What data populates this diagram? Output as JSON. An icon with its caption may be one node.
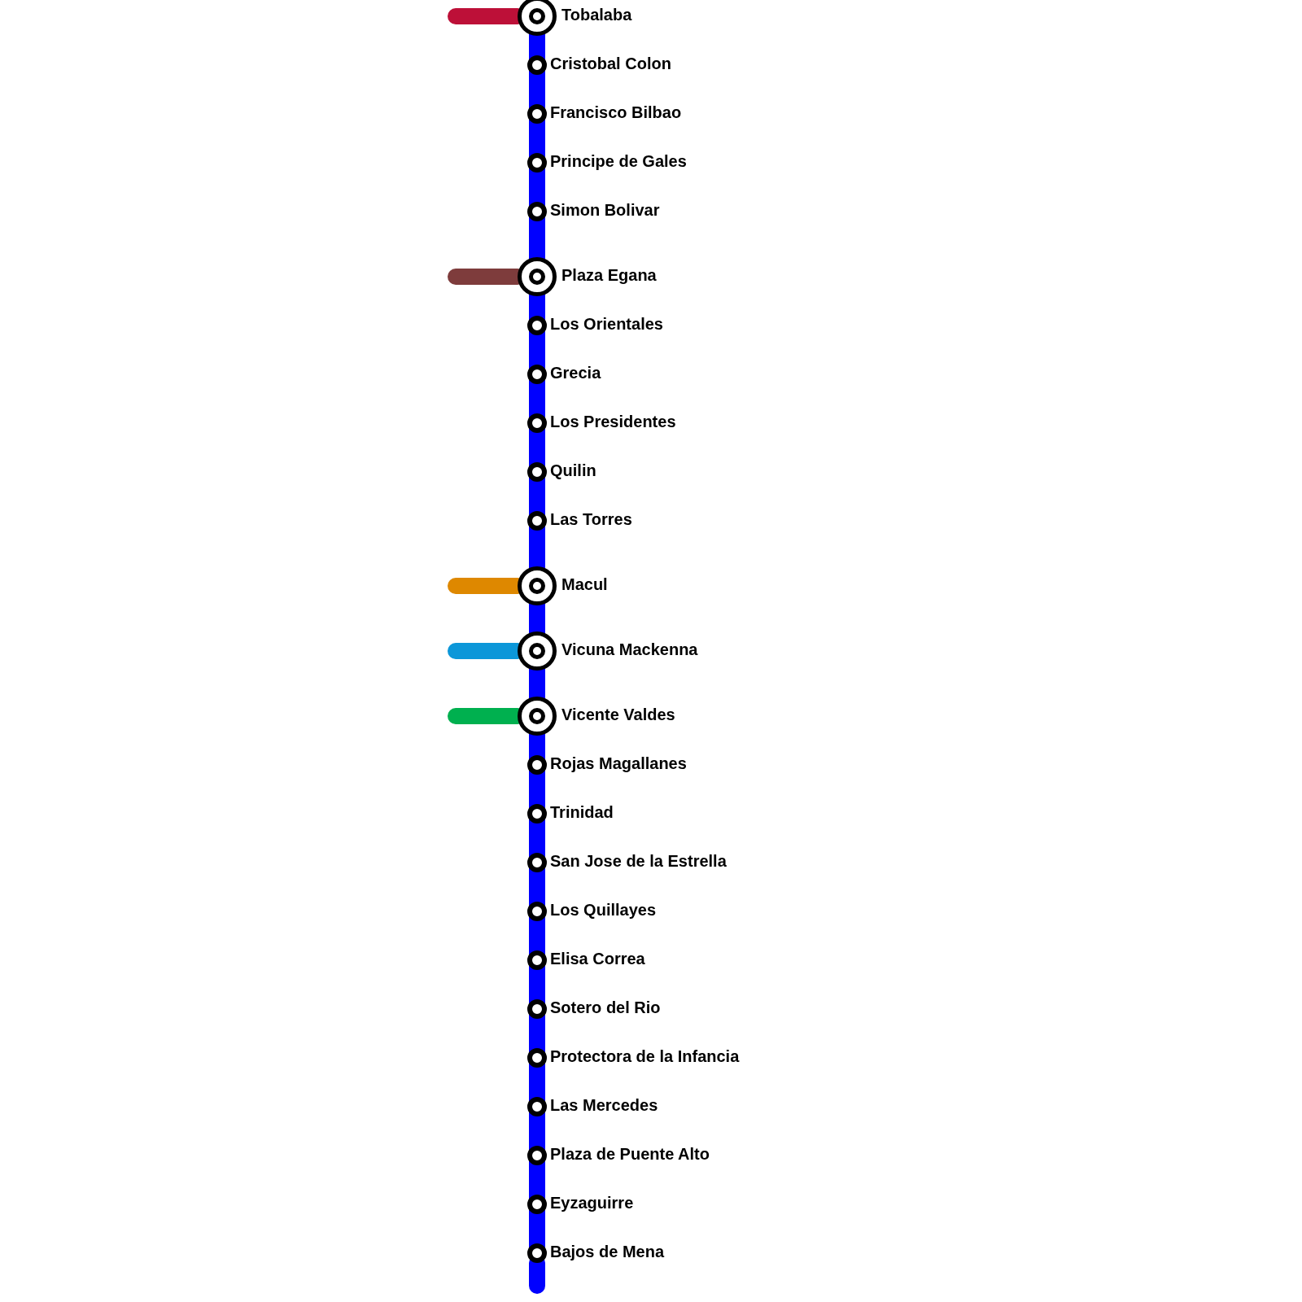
{
  "diagram": {
    "nodes": [
      {
        "text": [
          "Tobalaba"
        ]
      },
      {
        "text": [
          "Cristobal Colon"
        ]
      },
      {
        "text": [
          "Francisco Bilbao"
        ]
      },
      {
        "text": [
          "Principe de Gales"
        ]
      },
      {
        "text": [
          "Simon Bolivar"
        ]
      },
      {
        "text": [
          "Plaza Egana"
        ]
      },
      {
        "text": [
          "Los Orientales"
        ]
      },
      {
        "text": [
          "Grecia"
        ]
      },
      {
        "text": [
          "Los Presidentes"
        ]
      },
      {
        "text": [
          "Quilin"
        ]
      },
      {
        "text": [
          "Las Torres"
        ]
      },
      {
        "text": [
          "Macul"
        ]
      },
      {
        "text": [
          "Vicuna Mackenna"
        ]
      },
      {
        "text": [
          "Vicente Valdes"
        ]
      },
      {
        "text": [
          "Rojas Magallanes"
        ]
      },
      {
        "text": [
          "Trinidad"
        ]
      },
      {
        "text": [
          "San Jose de la Estrella"
        ]
      },
      {
        "text": [
          "Los Quillayes"
        ]
      },
      {
        "text": [
          "Elisa Correa"
        ]
      },
      {
        "text": [
          "Sotero del Rio"
        ]
      },
      {
        "text": [
          "Protectora de la Infancia"
        ]
      },
      {
        "text": [
          "Las Mercedes"
        ]
      },
      {
        "text": [
          "Plaza de Puente Alto"
        ]
      },
      {
        "text": [
          "Eyzaguirre"
        ]
      },
      {
        "text": [
          "Bajos de Mena"
        ]
      }
    ],
    "edges": [
      {
        "from": null,
        "to": 0,
        "arrow": "none",
        "color": "#bd1038"
      },
      {
        "from": 0,
        "to": 1,
        "arrow": "none"
      },
      {
        "from": 1,
        "to": 2,
        "arrow": "none"
      },
      {
        "from": 2,
        "to": 3,
        "arrow": "none"
      },
      {
        "from": 3,
        "to": 4,
        "arrow": "none"
      },
      {
        "from": null,
        "to": 5,
        "arrow": "none",
        "color": "#7e3c3c"
      },
      {
        "from": 4,
        "to": 5,
        "arrow": "none"
      },
      {
        "from": 5,
        "to": 6,
        "arrow": "none"
      },
      {
        "from": 6,
        "to": 7,
        "arrow": "none"
      },
      {
        "from": 7,
        "to": 8,
        "arrow": "none"
      },
      {
        "from": 8,
        "to": 9,
        "arrow": "none"
      },
      {
        "from": 9,
        "to": 10,
        "arrow": "none"
      },
      {
        "from": null,
        "to": 11,
        "arrow": "none",
        "color": "#de8800"
      },
      {
        "from": 10,
        "to": 11,
        "arrow": "none"
      },
      {
        "from": null,
        "to": 12,
        "arrow": "none",
        "color": "#0c97d9"
      },
      {
        "from": 11,
        "to": 12,
        "arrow": "none"
      },
      {
        "from": null,
        "to": 13,
        "arrow": "none",
        "color": "#00b04f"
      },
      {
        "from": 12,
        "to": 13,
        "arrow": "none"
      },
      {
        "from": 13,
        "to": 14,
        "arrow": "none"
      },
      {
        "from": 14,
        "to": 15,
        "arrow": "none"
      },
      {
        "from": 15,
        "to": 16,
        "arrow": "none"
      },
      {
        "from": 16,
        "to": 17,
        "arrow": "none"
      },
      {
        "from": 17,
        "to": 18,
        "arrow": "none"
      },
      {
        "from": 18,
        "to": 19,
        "arrow": "none"
      },
      {
        "from": 19,
        "to": 20,
        "arrow": "none"
      },
      {
        "from": 20,
        "to": 21,
        "arrow": "none"
      },
      {
        "from": 21,
        "to": 22,
        "arrow": "none"
      },
      {
        "from": 22,
        "to": 23,
        "arrow": "none"
      },
      {
        "from": 23,
        "to": 24,
        "arrow": "none"
      },
      {
        "from": 24,
        "to": null,
        "arrow": "none"
      }
    ]
  }
}
